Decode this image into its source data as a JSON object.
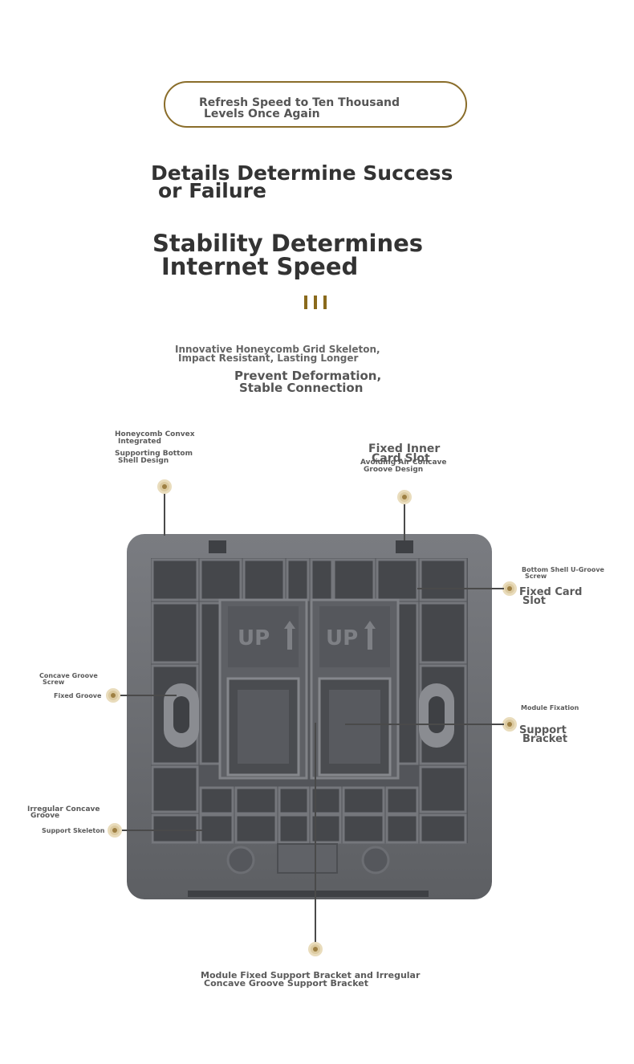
{
  "pill": {
    "line1": "Refresh Speed to Ten Thousand",
    "line2": "Levels Once Again",
    "border_color": "#8a6d2a"
  },
  "headline1": {
    "line1": "Details Determine Success",
    "line2": "or Failure"
  },
  "headline2": {
    "line1": "Stability Determines",
    "line2": "Internet Speed"
  },
  "divider_color": "#8a6a1c",
  "subtitle1": {
    "line1": "Innovative Honeycomb Grid Skeleton,",
    "line2": "Impact Resistant, Lasting Longer"
  },
  "subtitle2": {
    "line1": "Prevent Deformation,",
    "line2": "Stable Connection"
  },
  "panel": {
    "color": "#6b6d72",
    "module_label_left": "UP",
    "module_label_right": "UP"
  },
  "callouts": {
    "honeycomb": {
      "line1": "Honeycomb Convex",
      "line2": "Integrated",
      "line3": "Supporting Bottom",
      "line4": "Shell Design"
    },
    "inner_slot": {
      "title1": "Fixed Inner",
      "title2": "Card Slot",
      "line1": "Avoiding Air Concave",
      "line2": "Groove Design"
    },
    "u_groove": {
      "line1": "Bottom Shell U-Groove",
      "line2": "Screw",
      "title1": "Fixed Card",
      "title2": "Slot"
    },
    "concave_screw": {
      "line1": "Concave Groove",
      "line2": "Screw",
      "line3": "Fixed Groove"
    },
    "module_fixation": {
      "line1": "Module Fixation",
      "title1": "Support",
      "title2": "Bracket"
    },
    "irregular": {
      "line1": "Irregular Concave",
      "line2": "Groove",
      "line3": "Support Skeleton"
    },
    "bottom": {
      "line1": "Module Fixed Support Bracket and Irregular",
      "line2": "Concave Groove Support Bracket"
    }
  }
}
